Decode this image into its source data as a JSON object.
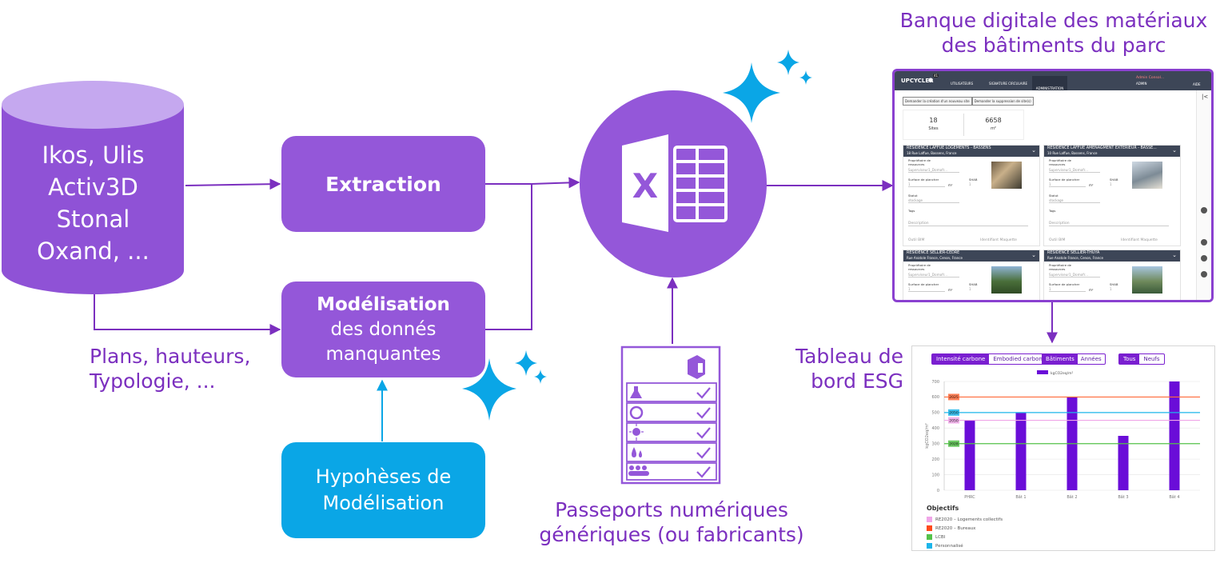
{
  "sources": {
    "lines": [
      "Ikos, Ulis",
      "Activ3D",
      "Stonal",
      "Oxand, ..."
    ]
  },
  "extraction": {
    "label": "Extraction"
  },
  "modelisation": {
    "title": "Modélisation",
    "line2": "des donnés",
    "line3": "manquantes"
  },
  "hypotheses": {
    "line1": "Hypohèses de",
    "line2": "Modélisation"
  },
  "plans_label": {
    "line1": "Plans, hauteurs,",
    "line2": "Typologie, ..."
  },
  "passeports": {
    "line1": "Passeports numériques",
    "line2": "génériques (ou fabricants)"
  },
  "banque": {
    "line1": "Banque digitale des matériaux",
    "line2": "des bâtiments du parc"
  },
  "tableau": {
    "line1": "Tableau de",
    "line2": "bord ESG"
  },
  "colors": {
    "purple": "#9457d9",
    "blue": "#0aa6e6",
    "line": "#7b2fbf",
    "dark": "#3d4657"
  },
  "icons": [
    "database-icon",
    "excel-icon",
    "sparkle-icon",
    "passport-icon",
    "check-icon"
  ],
  "app": {
    "logo": "UPCYCLER",
    "badge": "41",
    "nav": [
      "UTILISATEURS",
      "SIGNATURE CIRCULAIRE",
      "ADMINISTRATION"
    ],
    "user": "Admin Consol...",
    "user_sub": "ADMIN",
    "aide": "AIDE",
    "btn_create": "Demander la création d'un nouveau site",
    "btn_delete": "Demander la suppression de site(s)",
    "stat1_value": "18",
    "stat1_label": "Sites",
    "stat2_value": "6658",
    "stat2_label": "m²",
    "cards": [
      {
        "title": "RESIDENCE LAFFUE LOGEMENTS - BASSENS",
        "address": "18 Rue Laffue, Bassens, France"
      },
      {
        "title": "RESIDENCE LAFFUE AMENAGMENT EXTERIEUR - BASSE...",
        "address": "10 Rue Laffue, Bassens, France"
      },
      {
        "title": "RESIDENCE SELLIER-CEDRE",
        "address": "Rue Anatole France, Cenon, France"
      },
      {
        "title": "RESIDENCE SELLIER-THUYA",
        "address": "Rue Anatole France, Cenon, France"
      }
    ],
    "field_owner": "Propriétaire de ressources",
    "field_owner_val": "Superviseur1_Domofr...",
    "field_surface": "Surface de plancher",
    "field_shab": "SHAB",
    "field_unit": "m²",
    "field_status": "Statut",
    "field_status_val": "stockage",
    "field_tags": "Tags",
    "field_desc": "Description",
    "field_bim": "Outil BIM",
    "field_maquette": "Identifiant Maquette",
    "field_one": "1"
  },
  "dashboard": {
    "toggles": [
      "Intensité carbone",
      "Embodied carbon",
      "Bâtiments",
      "Années",
      "Tous",
      "Neufs"
    ],
    "legend": "kgCO2eq/m²",
    "objectifs_title": "Objectifs",
    "objectifs": [
      {
        "label": "RE2020 – Logements collectifs",
        "color": "#f0a6e8"
      },
      {
        "label": "RE2020 – Bureaux",
        "color": "#ff4a1c"
      },
      {
        "label": "LCBI",
        "color": "#55c24a"
      },
      {
        "label": "Personnalisé",
        "color": "#1cb5ea"
      }
    ]
  },
  "chart_data": {
    "type": "bar",
    "categories": [
      "PHRC",
      "Bât 1",
      "Bât 2",
      "Bât 3",
      "Bât 4"
    ],
    "values": [
      450,
      500,
      600,
      350,
      700
    ],
    "ylabel": "kgCO2eq/m²",
    "ylim": [
      0,
      700
    ],
    "yticks": [
      0,
      100,
      200,
      300,
      400,
      500,
      600,
      700
    ],
    "series": [
      {
        "name": "kgCO2eq/m²",
        "values": [
          450,
          500,
          600,
          350,
          700
        ],
        "color": "#6a0dd8"
      }
    ],
    "reference_lines": [
      {
        "label": "2025",
        "value": 600,
        "color": "#ff6a3a"
      },
      {
        "label": "2050",
        "value": 500,
        "color": "#1cb5ea"
      },
      {
        "label": "2050",
        "value": 450,
        "color": "#f0a6e8"
      },
      {
        "label": "2028",
        "value": 300,
        "color": "#55c24a"
      }
    ],
    "grid": true,
    "legend": "top"
  }
}
